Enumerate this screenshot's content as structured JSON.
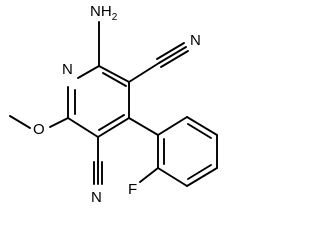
{
  "molecule": {
    "atoms": {
      "amine_n": "N",
      "amine_h": "H",
      "amine_h_count": "2",
      "ring_n": "N",
      "methoxy_o": "O",
      "nitrile_top_n": "N",
      "nitrile_bottom_n": "N",
      "fluorine": "F"
    }
  }
}
